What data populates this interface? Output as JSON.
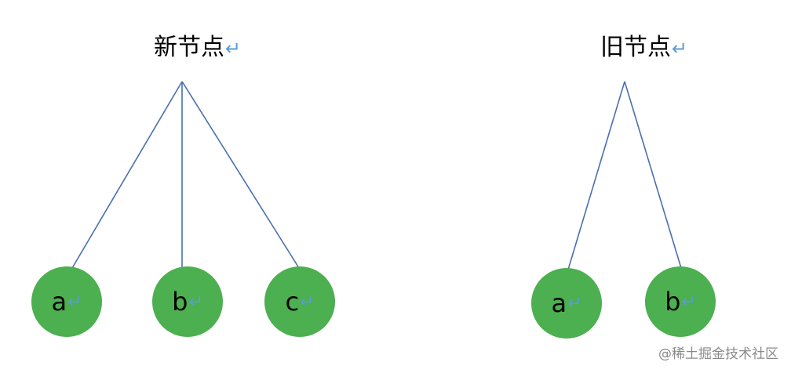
{
  "trees": {
    "new": {
      "title": "新节点",
      "nodes": [
        "a",
        "b",
        "c"
      ]
    },
    "old": {
      "title": "旧节点",
      "nodes": [
        "a",
        "b"
      ]
    }
  },
  "paragraph_mark": "↵",
  "colors": {
    "node_fill": "#4caf50",
    "edge": "#4a6fb0",
    "paragraph_mark": "#5b9bd5"
  },
  "watermark": "@稀土掘金技术社区"
}
